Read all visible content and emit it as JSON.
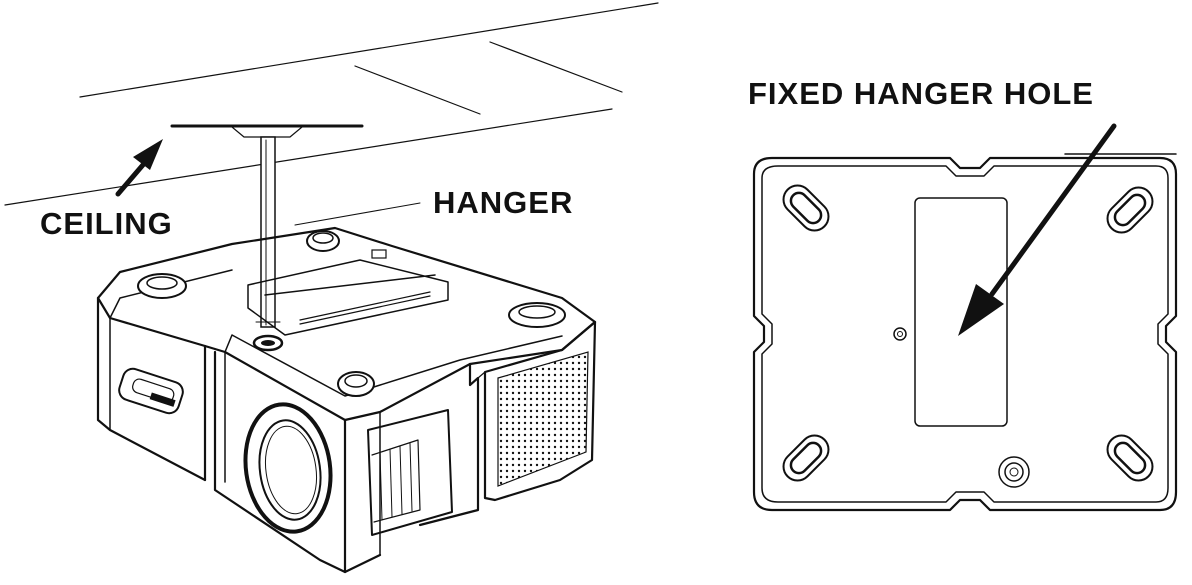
{
  "labels": {
    "ceiling": "CEILING",
    "hanger": "HANGER",
    "fixed_hanger_hole": "FIXED HANGER HOLE"
  },
  "colors": {
    "ink": "#111111",
    "background": "#ffffff"
  }
}
